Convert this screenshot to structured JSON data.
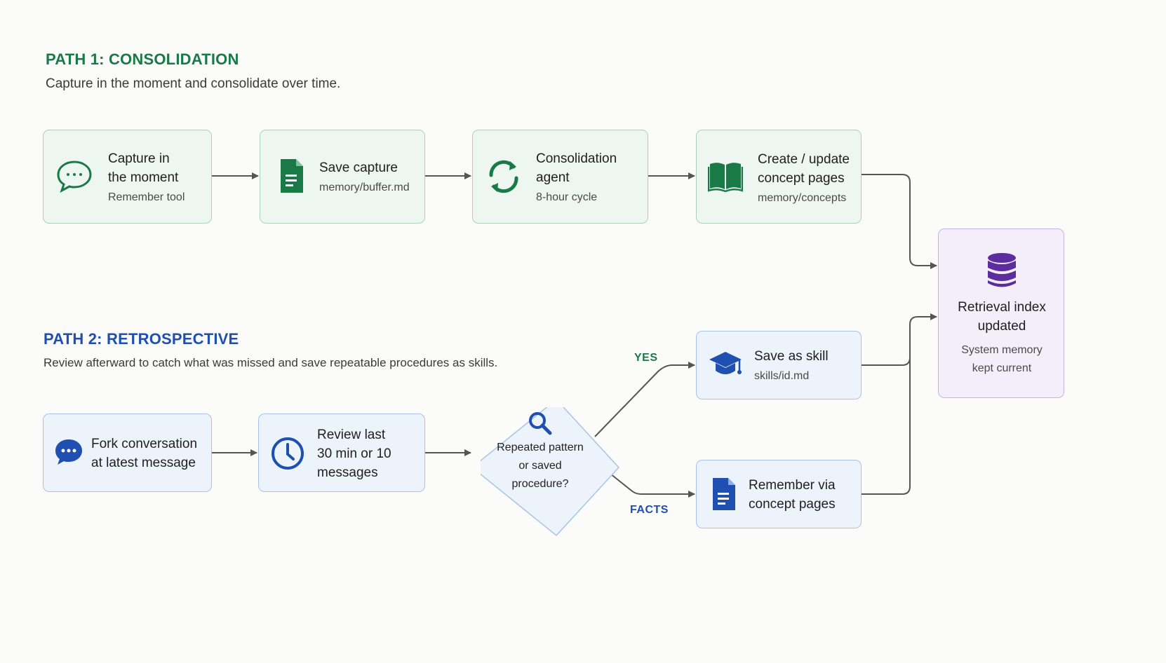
{
  "path1": {
    "title": "PATH 1: CONSOLIDATION",
    "subtitle": "Capture in the moment and consolidate over time.",
    "nodes": [
      {
        "title": "Capture in\nthe moment",
        "sub": "Remember tool",
        "icon": "chat-bubble-icon"
      },
      {
        "title": "Save capture",
        "sub": "memory/buffer.md",
        "icon": "document-icon"
      },
      {
        "title": "Consolidation\nagent",
        "sub": "8-hour cycle",
        "icon": "refresh-cycle-icon"
      },
      {
        "title": "Create / update\nconcept pages",
        "sub": "memory/concepts",
        "icon": "open-book-icon"
      }
    ]
  },
  "path2": {
    "title": "PATH 2: RETROSPECTIVE",
    "subtitle": "Review afterward to catch what was missed and save repeatable procedures as skills.",
    "nodes": [
      {
        "title": "Fork conversation\nat latest message",
        "icon": "chat-bubble-filled-icon"
      },
      {
        "title": "Review last\n30 min or 10\nmessages",
        "icon": "clock-icon"
      }
    ],
    "decision": {
      "text": "Repeated pattern\nor saved\nprocedure?",
      "icon": "magnifier-icon"
    },
    "yes_label": "YES",
    "facts_label": "FACTS",
    "skill": {
      "title": "Save as skill",
      "sub": "skills/id.md",
      "icon": "graduation-cap-icon"
    },
    "remember": {
      "title": "Remember via\nconcept pages",
      "icon": "document-icon"
    }
  },
  "target": {
    "title": "Retrieval index\nupdated",
    "sub": "System memory\nkept current",
    "icon": "database-icon"
  },
  "colors": {
    "green": "#1a7a47",
    "blue": "#1f4fb0",
    "purple": "#5b2d9e",
    "arrow": "#555555"
  }
}
